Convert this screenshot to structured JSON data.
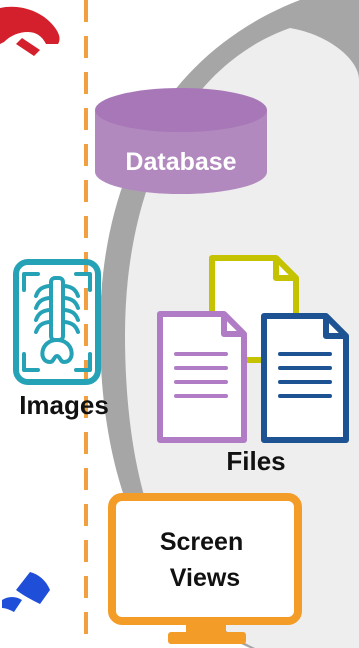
{
  "diagram": {
    "database_label": "Database",
    "images_label": "Images",
    "files_label": "Files",
    "screen_views_label": "Screen Views",
    "colors": {
      "background": "#ffffff",
      "oval_outer": "#a6a6a6",
      "oval_inner": "#eeeeee",
      "divider_line": "#f0a040",
      "database_fill": "#b189be",
      "database_text": "#ffffff",
      "image_frame": "#26a2b6",
      "file_purple": "#b07cc6",
      "file_yellow": "#c5c200",
      "file_blue": "#1e5393",
      "screen_frame": "#f39c27",
      "label_text": "#111111",
      "red_logo": "#d4202c",
      "blue_logo": "#1f4ed8"
    },
    "icons": [
      "x-ray-image-icon",
      "document-icon",
      "monitor-icon",
      "database-icon"
    ]
  }
}
